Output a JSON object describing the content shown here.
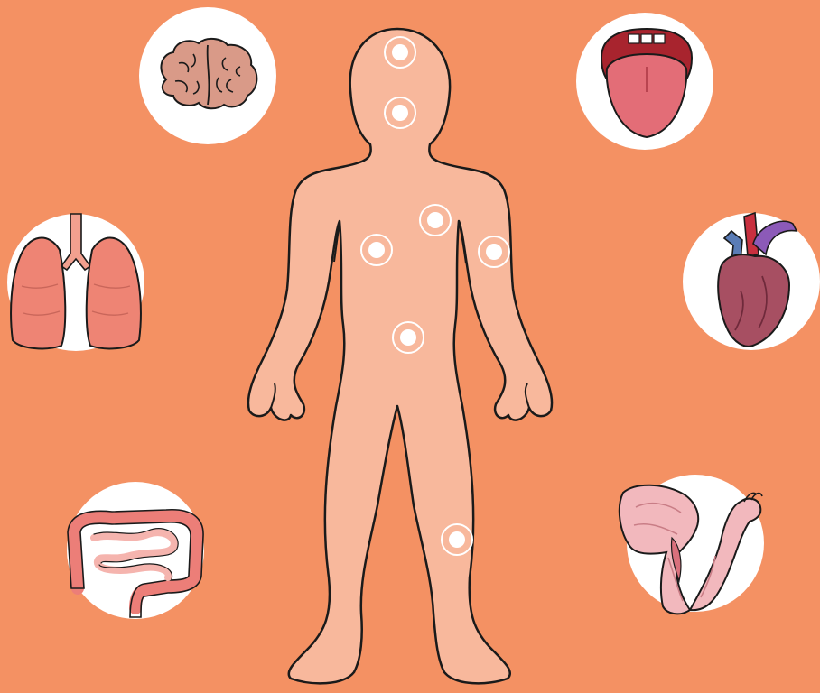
{
  "background_color": "#f49163",
  "body_fill_color": "#f8b89c",
  "outline_color": "#1a1a1a",
  "organs": [
    {
      "id": "brain",
      "icon": "brain-icon",
      "color": "#d99a88"
    },
    {
      "id": "tongue",
      "icon": "mouth-tongue-icon",
      "color": "#e36d77"
    },
    {
      "id": "lungs",
      "icon": "lungs-icon",
      "color": "#ee8474"
    },
    {
      "id": "heart",
      "icon": "heart-icon",
      "color": "#a74f62"
    },
    {
      "id": "intestines",
      "icon": "intestines-icon",
      "color": "#ec7e78"
    },
    {
      "id": "muscles",
      "icon": "arm-muscles-icon",
      "color": "#f2b8bd"
    }
  ],
  "hotspots": [
    "head",
    "mouth",
    "chest-left",
    "heart",
    "upper-arm",
    "abdomen",
    "leg"
  ]
}
